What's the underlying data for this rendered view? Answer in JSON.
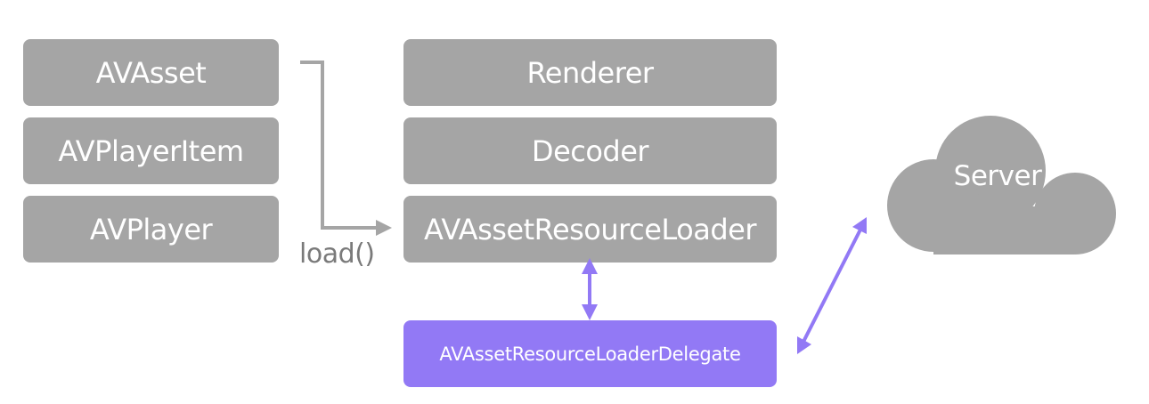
{
  "left_stack": [
    {
      "label": "AVAsset"
    },
    {
      "label": "AVPlayerItem"
    },
    {
      "label": "AVPlayer"
    }
  ],
  "right_stack": [
    {
      "label": "Renderer"
    },
    {
      "label": "Decoder"
    },
    {
      "label": "AVAssetResourceLoader"
    }
  ],
  "delegate": {
    "label": "AVAssetResourceLoaderDelegate"
  },
  "connector": {
    "label": "load()"
  },
  "server": {
    "label": "Server"
  },
  "colors": {
    "box_gray": "#a5a5a5",
    "delegate_purple": "#9279f5",
    "arrow_gray": "#a5a5a5",
    "arrow_purple": "#9279f5",
    "label_gray": "#7a7a7a"
  }
}
